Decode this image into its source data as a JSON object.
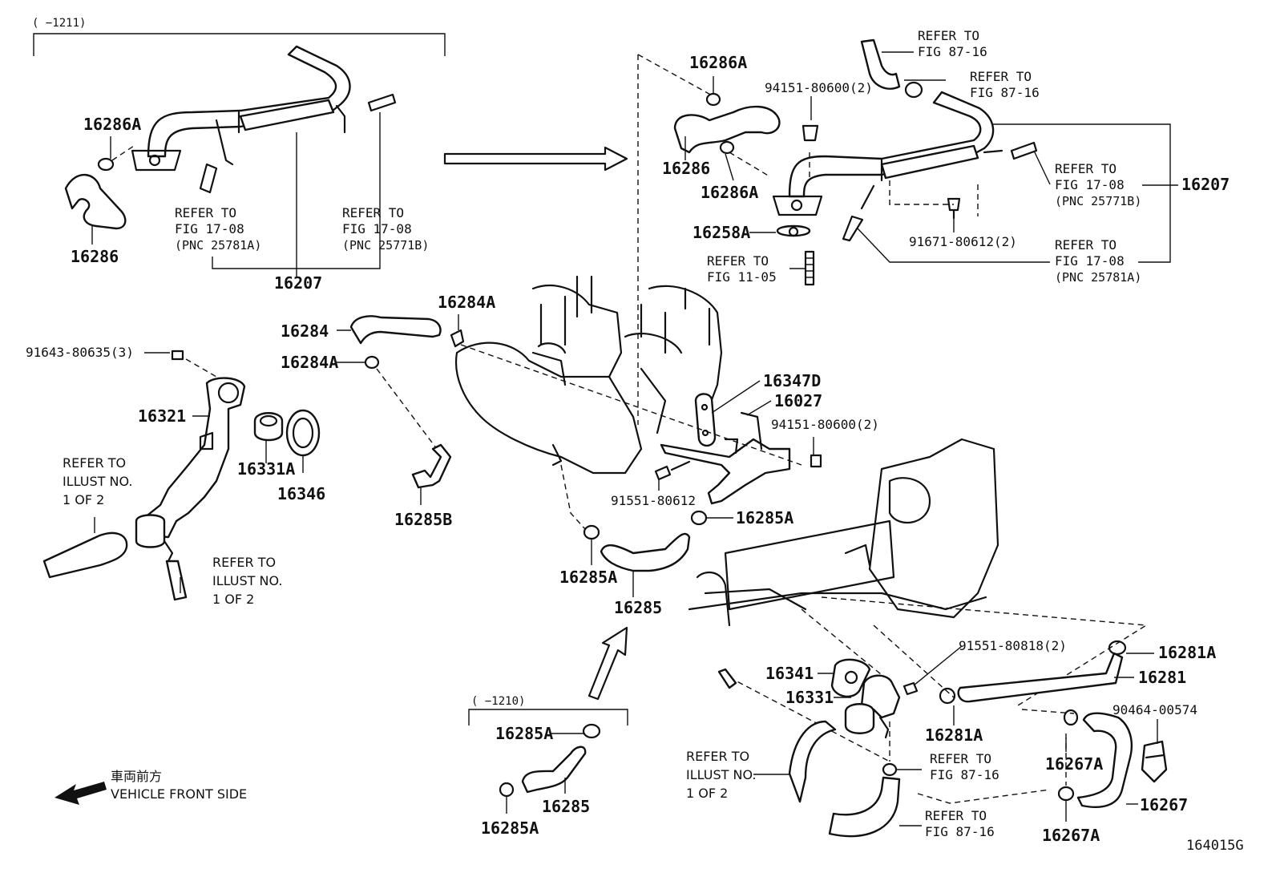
{
  "range_labels": {
    "top": "(    −1211)",
    "bottom": "(    −1210)"
  },
  "labels": {
    "p16286a_1": "16286A",
    "p16286_1": "16286",
    "p16207_1": "16207",
    "p16286a_2": "16286A",
    "p16286_2": "16286",
    "p16286a_3": "16286A",
    "p16258a": "16258A",
    "p94151_top": "94151-80600(2)",
    "p16207_2": "16207",
    "p91671": "91671-80612(2)",
    "p16284a_1": "16284A",
    "p16284": "16284",
    "p16284a_2": "16284A",
    "p91643": "91643-80635(3)",
    "p16321": "16321",
    "p16331a": "16331A",
    "p16346": "16346",
    "p16285b": "16285B",
    "p16347d": "16347D",
    "p16027": "16027",
    "p94151_mid": "94151-80600(2)",
    "p91551_80612": "91551-80612",
    "p16285a_1": "16285A",
    "p16285a_2": "16285A",
    "p16285_1": "16285",
    "p16285a_3": "16285A",
    "p16285_2": "16285",
    "p16285a_4": "16285A",
    "p91551_80818": "91551-80818(2)",
    "p16281a_1": "16281A",
    "p16341": "16341",
    "p16281": "16281",
    "p16331": "16331",
    "p16281a_2": "16281A",
    "p90464": "90464-00574",
    "p16267a_1": "16267A",
    "p16267": "16267",
    "p16267a_2": "16267A",
    "figure_id": "164015G"
  },
  "refs": {
    "r1": [
      "REFER TO",
      "FIG 17-08",
      "(PNC 25781A)"
    ],
    "r2": [
      "REFER TO",
      "FIG 17-08",
      "(PNC 25771B)"
    ],
    "r3": [
      "REFER TO",
      "FIG 87-16"
    ],
    "r4": [
      "REFER TO",
      "FIG 87-16"
    ],
    "r5": [
      "REFER TO",
      "FIG 17-08",
      "(PNC 25771B)"
    ],
    "r6": [
      "REFER TO",
      "FIG 11-05"
    ],
    "r7": [
      "REFER TO",
      "FIG 17-08",
      "(PNC 25781A)"
    ],
    "r8": [
      "REFER TO",
      "ILLUST NO.",
      "1 OF 2"
    ],
    "r9": [
      "REFER TO",
      "ILLUST NO.",
      "1 OF 2"
    ],
    "r10": [
      "REFER TO",
      "ILLUST NO.",
      "1 OF 2"
    ],
    "r11": [
      "REFER TO",
      "FIG 87-16"
    ],
    "r12": [
      "REFER TO",
      "FIG 87-16"
    ]
  },
  "direction": {
    "jp": "車両前方",
    "en": "VEHICLE FRONT SIDE"
  },
  "colors": {
    "ink": "#111111",
    "background": "#ffffff"
  }
}
